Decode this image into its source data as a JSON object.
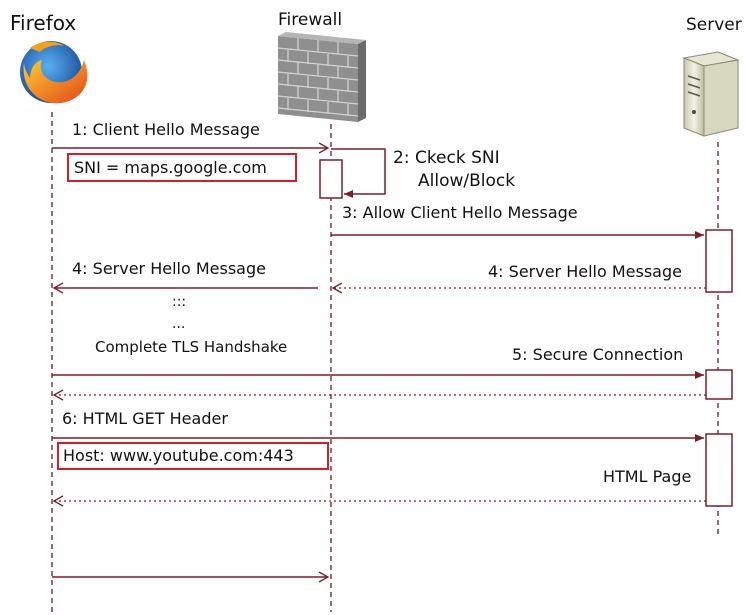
{
  "actors": {
    "firefox": "Firefox",
    "firewall": "Firewall",
    "server": "Server"
  },
  "messages": {
    "m1": "1: Client Hello Message",
    "sni": "SNI = maps.google.com",
    "m2_line1": "2: Ckeck SNI",
    "m2_line2": "Allow/Block",
    "m3": "3: Allow Client Hello Message",
    "m4_left": "4: Server Hello Message",
    "m4_right": "4: Server Hello Message",
    "dots1": ":::",
    "dots2": "...",
    "handshake": "Complete TLS Handshake",
    "m5": "5: Secure Connection",
    "m6": "6: HTML GET Header",
    "host": "Host: www.youtube.com:443",
    "html_page": "HTML Page"
  },
  "colors": {
    "arrow": "#7a1f2a",
    "highlight_box": "#d0202a",
    "lifeline": "#6a1a24"
  },
  "icons": {
    "firefox": "firefox-logo-icon",
    "firewall": "brick-wall-icon",
    "server": "server-tower-icon"
  }
}
